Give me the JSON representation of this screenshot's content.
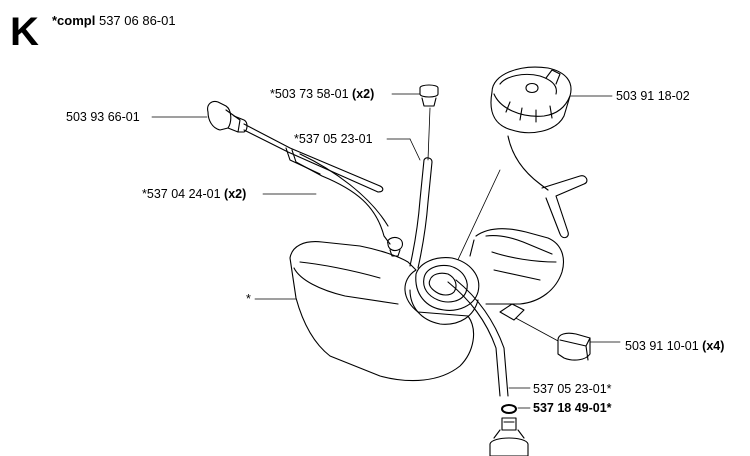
{
  "section_letter": "K",
  "assembly": {
    "prefix": "*compl",
    "number": "537 06 86-01"
  },
  "callouts": {
    "filler_plug": {
      "number": "*503 73 58-01",
      "qty": "(x2)"
    },
    "fuel_cap": {
      "number": "503 91 18-02"
    },
    "fitting": {
      "number": "503 93 66-01"
    },
    "breather_hose": {
      "number": "*537 05 23-01"
    },
    "hose_pair": {
      "number": "*537 04 24-01",
      "qty": "(x2)"
    },
    "tank": {
      "number": "*"
    },
    "damper": {
      "number": "503 91 10-01",
      "qty": "(x4)"
    },
    "fuel_hose": {
      "number": "537 05 23-01*"
    },
    "o_ring": {
      "number": "537 18 49-01*"
    }
  }
}
